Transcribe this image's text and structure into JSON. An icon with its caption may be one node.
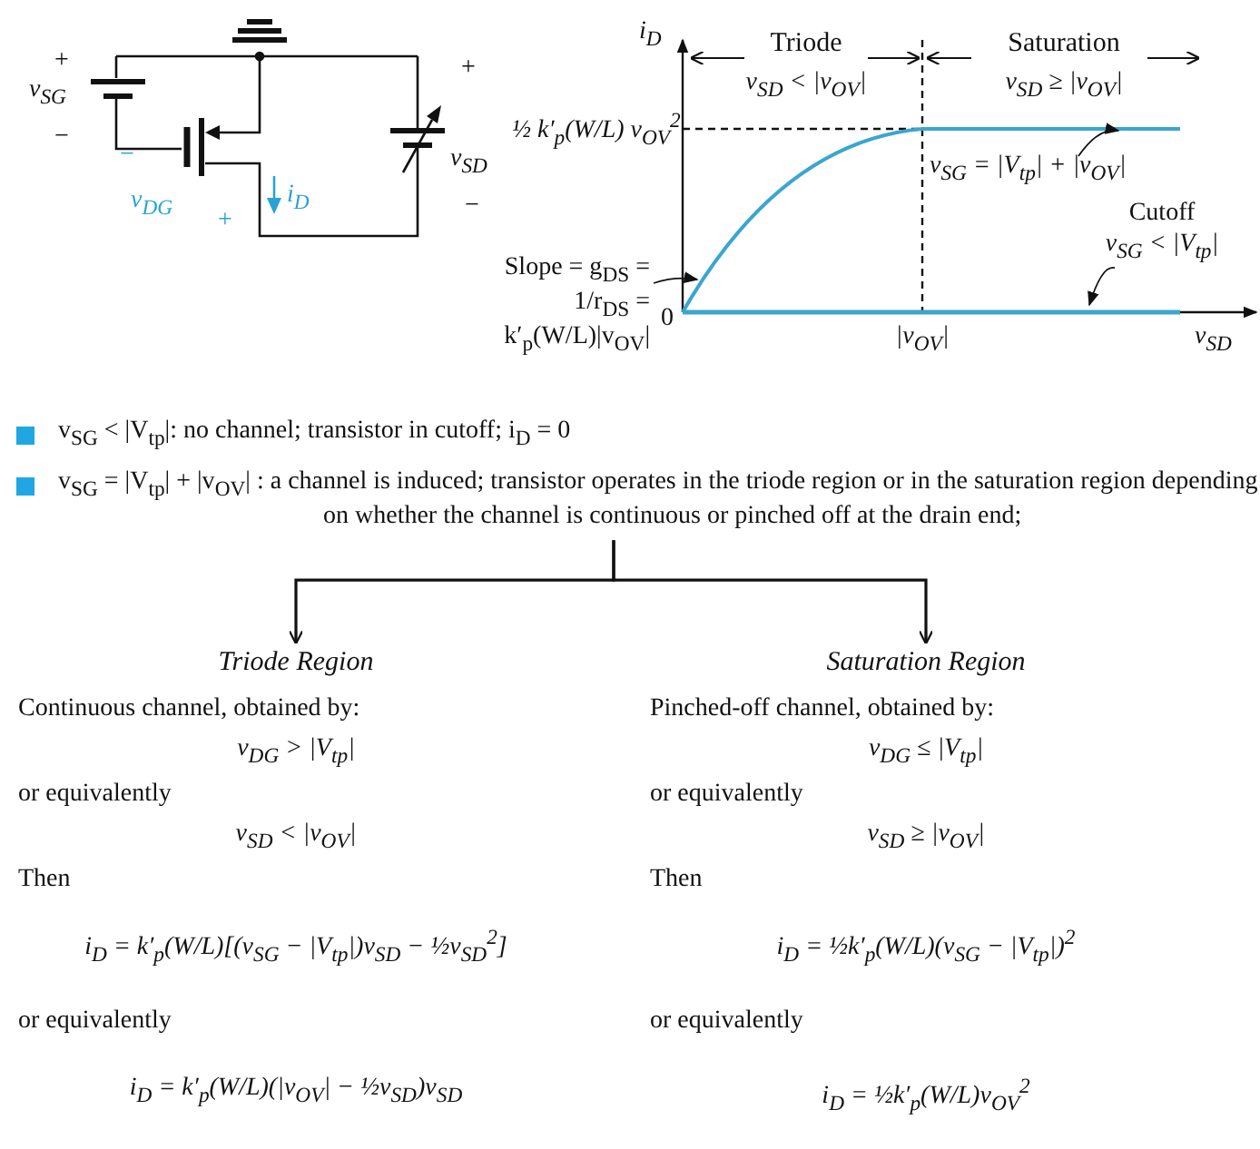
{
  "diagram": {
    "nodes": [
      {
        "text": [
          "Slope = g$_{DS}$ = 1/r$_{DS}$ = k′$_{p}$(W/L)|v$_{OV}$|"
        ]
      },
      {
        "text": [
          "v$_{SG}$ = |V$_{tp}$| + |v$_{OV}$|"
        ]
      },
      {
        "text": [
          "Cutoff",
          "v$_{SG}$ < |V$_{tp}$|"
        ]
      },
      {
        "text": [
          "v$_{SG}$ = |V$_{tp}$| + |v$_{OV}$| : a channel is induced; transistor operates in the triode region or in the saturation region depending on whether the channel is continuous or pinched off at the drain end;"
        ]
      },
      {
        "text": [
          "Triode Region"
        ]
      },
      {
        "text": [
          "Saturation Region"
        ]
      }
    ],
    "edges": [
      {
        "from": 0,
        "to": null,
        "arrow": "to"
      },
      {
        "from": 1,
        "to": null,
        "arrow": "to"
      },
      {
        "from": 2,
        "to": null,
        "arrow": "to"
      },
      {
        "from": 3,
        "to": 4,
        "arrow": "to"
      },
      {
        "from": 3,
        "to": 5,
        "arrow": "to"
      }
    ],
    "labels": [
      "+",
      "v$_{SG}$",
      "−",
      "−",
      "v$_{DG}$",
      "+",
      "i$_{D}$",
      "+",
      "v$_{SD}$",
      "−",
      "i$_{D}$",
      "Triode",
      "v$_{SD}$ < |v$_{OV}$|",
      "Saturation",
      "v$_{SD}$ ≥ |v$_{OV}$|",
      "½ k′$_{p}$(W/L) v$_{OV}$$^{2}$",
      "0",
      "|v$_{OV}$|",
      "v$_{SD}$",
      "v$_{SG}$ < |V$_{tp}$|: no channel; transistor in cutoff;  i$_{D}$ = 0",
      "Continuous channel, obtained by:",
      "v$_{DG}$ > |V$_{tp}$|",
      "or equivalently",
      "v$_{SD}$ < |v$_{OV}$|",
      "Then",
      "i$_{D}$ = k′$_{p}$(W/L)[(v$_{SG}$ − |V$_{tp}$|)v$_{SD}$ − ½v$_{SD}$$^{2}$]",
      "or equivalently",
      "i$_{D}$ = k′$_{p}$(W/L)(|v$_{OV}$| − ½v$_{SD}$)v$_{SD}$",
      "Pinched-off channel, obtained by:",
      "v$_{DG}$ ≤ |V$_{tp}$|",
      "or equivalently",
      "v$_{SD}$ ≥ |v$_{OV}$|",
      "Then",
      "i$_{D}$ = ½k′$_{p}$(W/L)(v$_{SG}$ − |V$_{tp}$|)$^{2}$",
      "or equivalently",
      "i$_{D}$ = ½k′$_{p}$(W/L)v$_{OV}$$^{2}$"
    ]
  }
}
